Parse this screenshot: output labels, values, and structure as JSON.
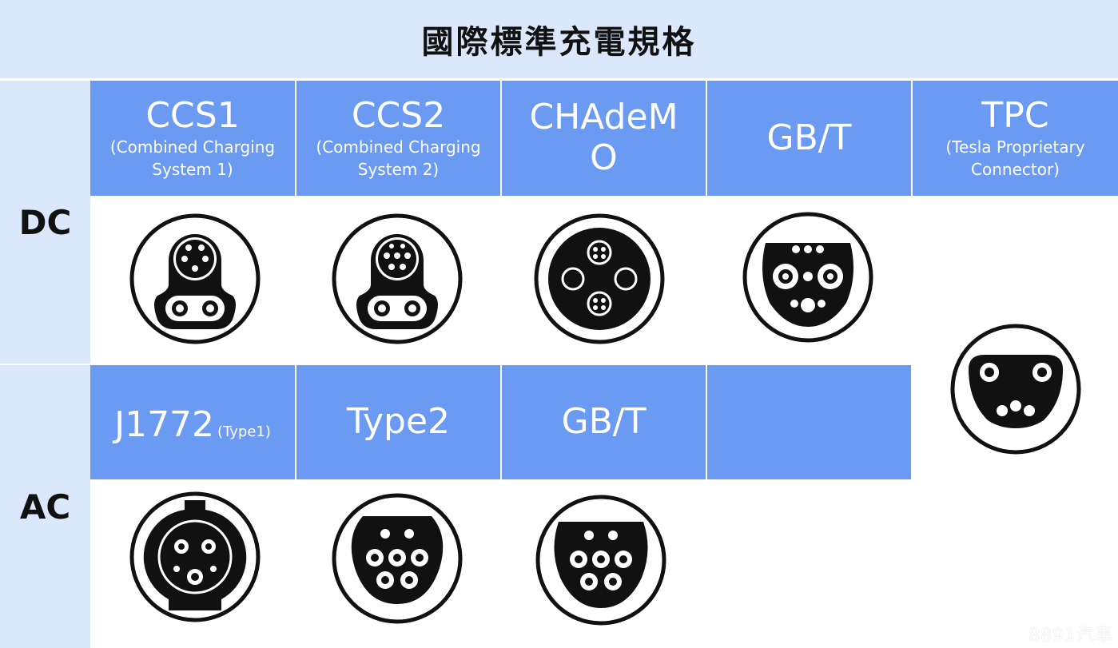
{
  "title": "國際標準充電規格",
  "rows": {
    "dc": "DC",
    "ac": "AC"
  },
  "dc_headers": [
    {
      "name": "CCS1",
      "sub": "(Combined Charging System 1)",
      "icon": "ccs1-connector-icon"
    },
    {
      "name": "CCS2",
      "sub": "(Combined Charging System 2)",
      "icon": "ccs2-connector-icon"
    },
    {
      "name": "CHAdeMO",
      "sub": "",
      "icon": "chademo-connector-icon"
    },
    {
      "name": "GB/T",
      "sub": "",
      "icon": "gbt-dc-connector-icon"
    },
    {
      "name": "TPC",
      "sub": "(Tesla Proprietary Connector)",
      "icon": "tesla-connector-icon"
    }
  ],
  "ac_headers": [
    {
      "name": "J1772",
      "sub": "(Type1)",
      "icon": "j1772-connector-icon"
    },
    {
      "name": "Type2",
      "sub": "",
      "icon": "type2-connector-icon"
    },
    {
      "name": "GB/T",
      "sub": "",
      "icon": "gbt-ac-connector-icon"
    },
    {
      "name": "",
      "sub": ""
    }
  ],
  "watermark": "8891汽車",
  "colors": {
    "header_blue": "#6b9af2",
    "light_blue": "#dbe8fb"
  }
}
